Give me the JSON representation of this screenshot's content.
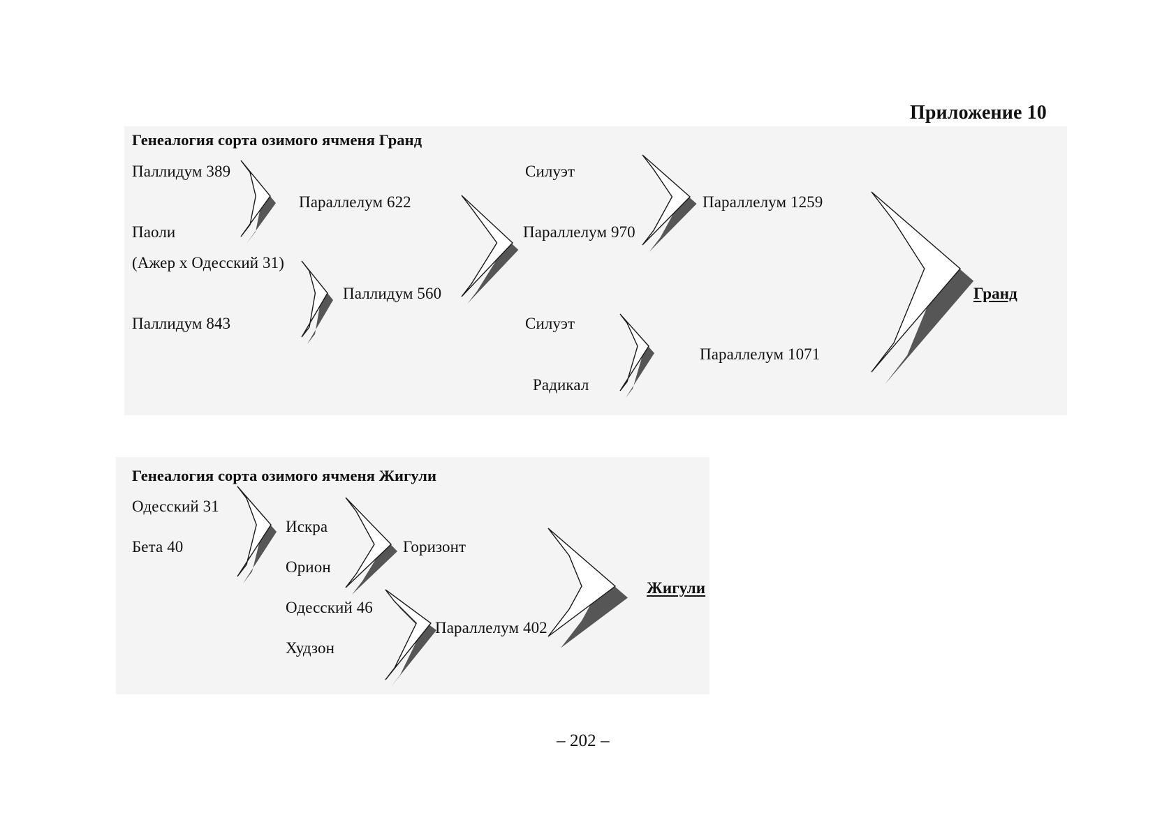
{
  "appendix": "Приложение 10",
  "page_number": "– 202 –",
  "grand": {
    "heading": "Генеалогия сорта озимого ячменя Гранд",
    "nodes": {
      "pallidum389": "Паллидум 389",
      "paoli": "Паоли",
      "azher_odessky31": "(Ажер х Одесский 31)",
      "pallidum843": "Паллидум 843",
      "parallelum622": "Параллелум 622",
      "pallidum560": "Паллидум 560",
      "siluet_a": "Силуэт",
      "parallelum970": "Параллелум 970",
      "siluet_b": "Силуэт",
      "radikal": "Радикал",
      "parallelum1259": "Параллелум 1259",
      "parallelum1071": "Параллелум 1071",
      "result": "Гранд"
    },
    "crosses": [
      {
        "parents": [
          "Паллидум 389",
          "Паоли"
        ],
        "offspring": "Параллелум 622"
      },
      {
        "parents": [
          "(Ажер х Одесский 31)",
          "Паллидум 843"
        ],
        "offspring": "Паллидум 560"
      },
      {
        "parents": [
          "Параллелум 622",
          "Паллидум 560"
        ],
        "offspring": "Параллелум 970"
      },
      {
        "parents": [
          "Силуэт",
          "Параллелум 970"
        ],
        "offspring": "Параллелум 1259"
      },
      {
        "parents": [
          "Силуэт",
          "Радикал"
        ],
        "offspring": "Параллелум 1071"
      },
      {
        "parents": [
          "Параллелум 1259",
          "Параллелум 1071"
        ],
        "offspring": "Гранд"
      }
    ]
  },
  "zhiguli": {
    "heading": "Генеалогия сорта озимого ячменя Жигули",
    "nodes": {
      "odessky31": "Одесский 31",
      "beta40": "Бета 40",
      "iskra": "Искра",
      "orion": "Орион",
      "odessky46": "Одесский 46",
      "hudzon": "Худзон",
      "gorizont": "Горизонт",
      "parallelum402": "Параллелум 402",
      "result": "Жигули"
    },
    "crosses": [
      {
        "parents": [
          "Одесский 31",
          "Бета 40"
        ],
        "offspring": "Искра"
      },
      {
        "parents": [
          "Искра",
          "Орион"
        ],
        "offspring": "Горизонт"
      },
      {
        "parents": [
          "Одесский 46",
          "Худзон"
        ],
        "offspring": "Параллелум 402"
      },
      {
        "parents": [
          "Горизонт",
          "Параллелум 402"
        ],
        "offspring": "Жигули"
      }
    ]
  }
}
